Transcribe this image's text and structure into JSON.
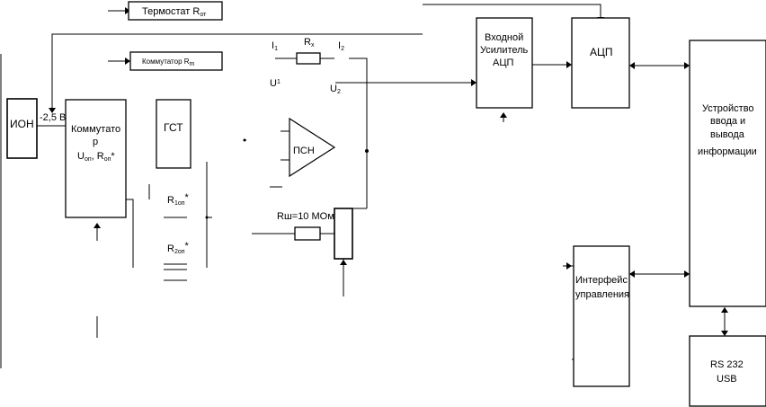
{
  "blocks": {
    "thermostat": "Термостат R",
    "thermostat_sub": "от",
    "commutator_r": "Коммутатор R",
    "commutator_r_sub": "m",
    "ion": "ИОН",
    "ion_voltage": "-2,5 В",
    "commutator_main_1": "Коммутато",
    "commutator_main_2": "р",
    "commutator_main_3a": "U",
    "commutator_main_3a_sub": "оп",
    "commutator_main_3b": ", R",
    "commutator_main_3b_sub": "оп",
    "commutator_main_3c": "*",
    "gst": "ГСТ",
    "psn": "ПСН",
    "amp_1": "Входной",
    "amp_2": "Усилитель",
    "amp_3": "АЦП",
    "adc": "АЦП",
    "io_1": "Устройство",
    "io_2": "ввода и",
    "io_3": "вывода",
    "io_4": "информации",
    "interface_1": "Интерфейс",
    "interface_2": "управления",
    "rs_1": "RS 232",
    "rs_2": "USB"
  },
  "labels": {
    "i1": "I",
    "i1_sub": "1",
    "rx": "R",
    "rx_sub": "x",
    "i2": "I",
    "i2_sub": "2",
    "u1": "U",
    "u1_sub": "1",
    "u2": "U",
    "u2_sub": "2",
    "r1op": "R",
    "r1op_sub": "1оп",
    "r1op_star": "*",
    "r2op": "R",
    "r2op_sub": "2оп",
    "r2op_star": "*",
    "rsh": "Rш=10 МОм"
  }
}
